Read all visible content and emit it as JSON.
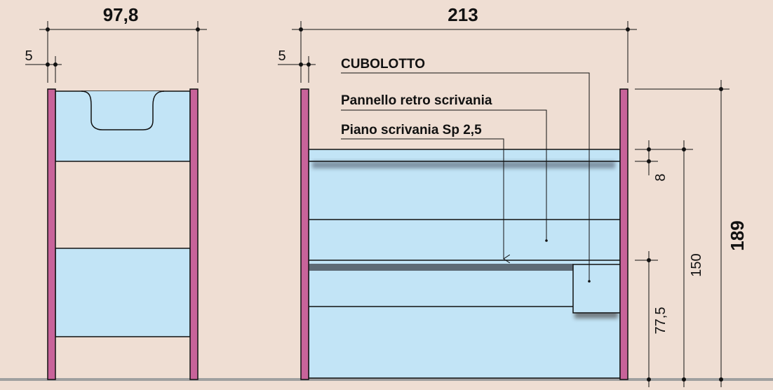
{
  "colors": {
    "background": "#efded3",
    "panel_fill": "#c2e4f6",
    "side_fill": "#c8639a",
    "line": "#111111",
    "floor": "#a0a0a0"
  },
  "dimensions": {
    "left_width": "97,8",
    "left_offset": "5",
    "front_width": "213",
    "front_offset": "5",
    "top_gap": "8",
    "desk_height": "77,5",
    "inner_height": "150",
    "total_height": "189"
  },
  "labels": {
    "cubolotto": "CUBOLOTTO",
    "back_panel": "Pannello retro scrivania",
    "desk_top": "Piano scrivania Sp 2,5"
  }
}
